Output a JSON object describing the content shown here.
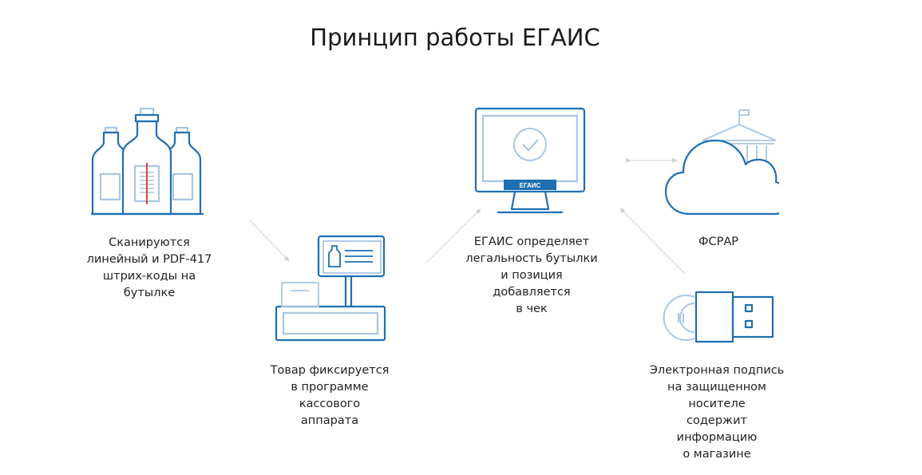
{
  "title": "Принцип работы ЕГАИС",
  "colors": {
    "primary": "#1f6fb2",
    "light": "#a9c6e3",
    "accent_red": "#d9302a",
    "arrow": "#cfcfcf"
  },
  "nodes": {
    "bottles": {
      "icon": "bottles-barcode-icon",
      "caption": [
        "Сканируются",
        "линейный и PDF-417",
        "штрих-коды на",
        "бутылке"
      ]
    },
    "register": {
      "icon": "cash-register-icon",
      "caption": [
        "Товар фиксируется",
        "в программе",
        "кассового",
        "аппарата"
      ]
    },
    "monitor": {
      "icon": "egais-monitor-icon",
      "screen_label": "ЕГАИС",
      "caption": [
        "ЕГАИС определяет",
        "легальность бутылки",
        "и позиция",
        "добавляется",
        "в чек"
      ]
    },
    "cloud": {
      "icon": "fsrar-cloud-icon",
      "caption": [
        "ФСРАР"
      ]
    },
    "token": {
      "icon": "usb-token-icon",
      "caption": [
        "Электронная подпись",
        "на защищенном",
        "носителе",
        "содержит",
        "информацию",
        "о магазине"
      ]
    }
  }
}
